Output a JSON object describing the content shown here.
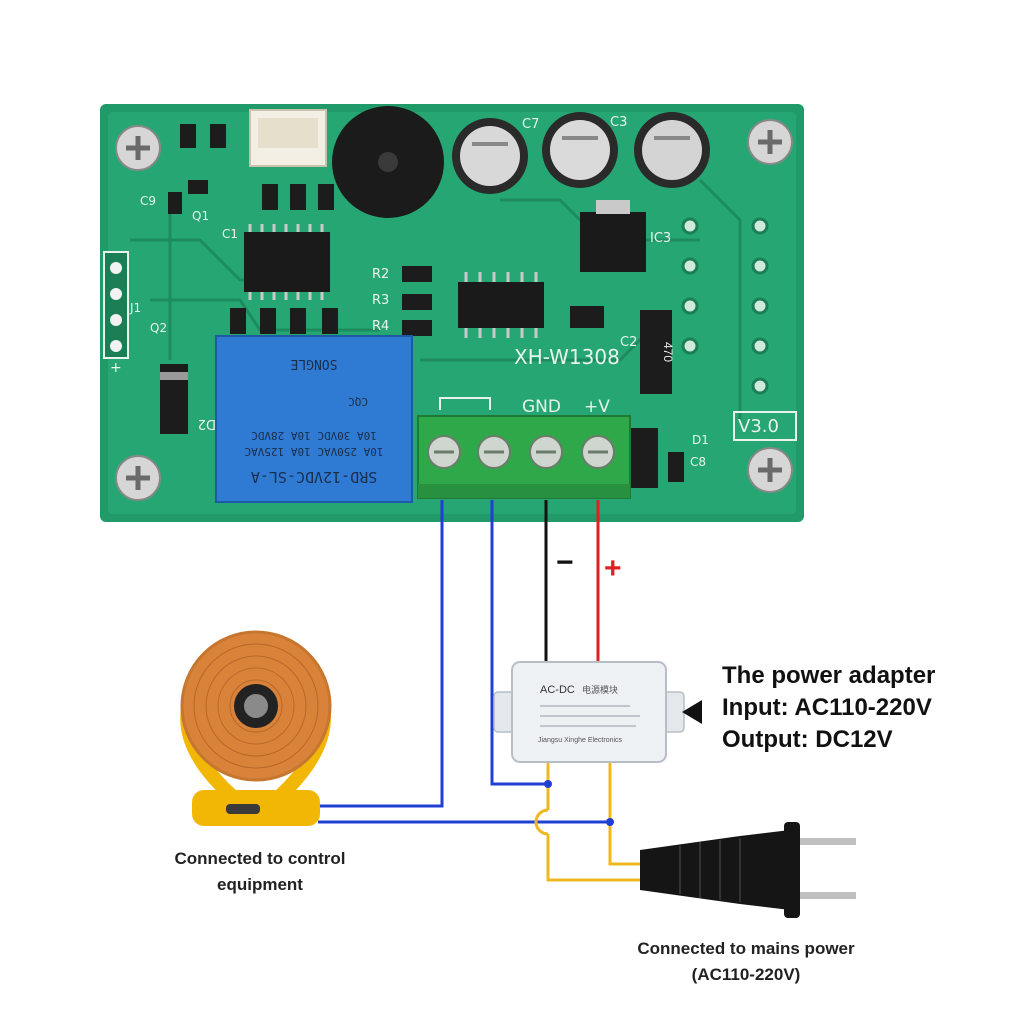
{
  "board": {
    "model": "XH-W1308",
    "version": "V3.0",
    "terminal_labels": [
      "GND",
      "+V"
    ],
    "components": [
      "C9",
      "Q1",
      "C1",
      "R2",
      "R3",
      "R4",
      "J1",
      "Q2",
      "D2",
      "C2",
      "C3",
      "IC3",
      "D1",
      "C8",
      "C7"
    ],
    "resistor_code": "470",
    "pin_marker": "+"
  },
  "relay": {
    "model": "SRD-12VDC-SL-A",
    "ratings": [
      "10A 250VAC  10A 125VAC",
      "10A 30VDC   10A 28VDC"
    ],
    "brand": "SONGLE",
    "cert": "CQC"
  },
  "polarity": {
    "negative": "−",
    "positive": "+"
  },
  "adapter": {
    "heading": "AC-DC",
    "heading_cn": "电源模块",
    "maker": "Jiangsu Xinghe Electronics"
  },
  "callout": {
    "title": "The power adapter",
    "input": "Input: AC110-220V",
    "output": "Output: DC12V"
  },
  "labels": {
    "equipment_line1": "Connected to control",
    "equipment_line2": "equipment",
    "mains_line1": "Connected to mains power",
    "mains_line2": "(AC110-220V)"
  },
  "colors": {
    "pcb": "#1f9a68",
    "relay": "#2f7bd4",
    "terminal": "#2fa84a",
    "wire_blue": "#1f3fd6",
    "wire_black": "#111111",
    "wire_red": "#e02020",
    "wire_yellow": "#f0b820",
    "heater": "#f2b705"
  }
}
